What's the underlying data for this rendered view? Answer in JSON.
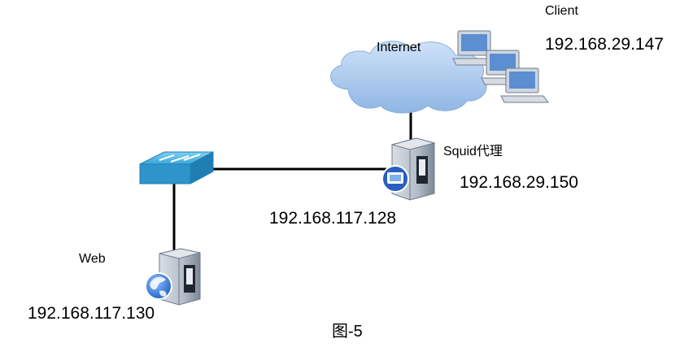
{
  "nodes": {
    "client": {
      "label": "Client",
      "ip": "192.168.29.147"
    },
    "internet": {
      "label": "Internet"
    },
    "squid": {
      "label": "Squid代理",
      "ip_external": "192.168.29.150",
      "ip_internal": "192.168.117.128"
    },
    "web": {
      "label": "Web",
      "ip": "192.168.117.130"
    },
    "switch": {
      "icon": "network-switch-icon"
    }
  },
  "caption": "图-5",
  "colors": {
    "cloud": "#a9cbef",
    "switch": "#3ba7dc",
    "monitor": "#5b8fd1",
    "server_body": "#b9c3ce",
    "line": "#000000"
  }
}
